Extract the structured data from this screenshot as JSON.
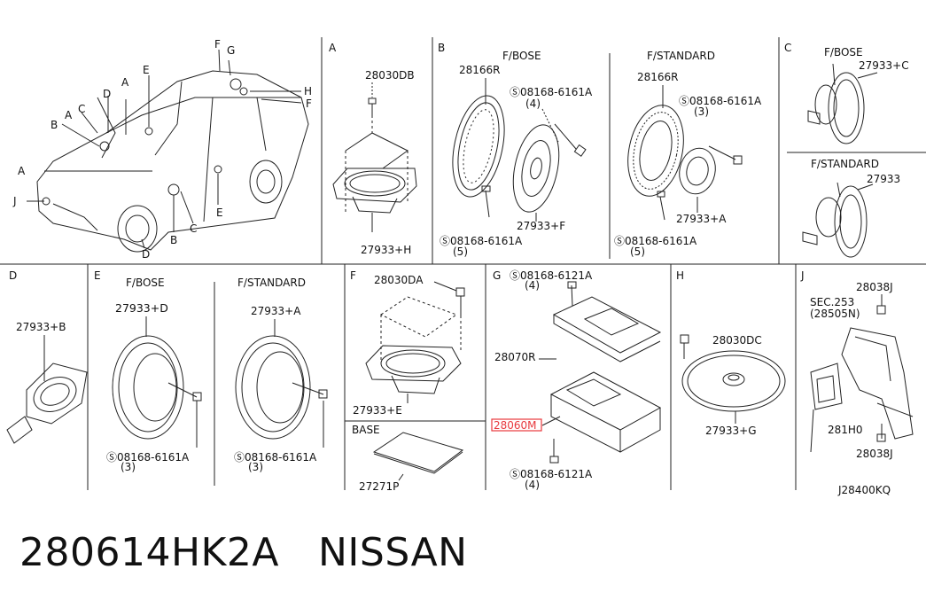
{
  "sections": {
    "A": {
      "letter": "A",
      "parts": {
        "bolt": "28030DB",
        "speaker": "27933+H"
      }
    },
    "B": {
      "letter": "B",
      "fbose": "F/BOSE",
      "fstandard": "F/STANDARD",
      "bose": {
        "ring": "28166R",
        "screw_top": "08168-6161A",
        "qty_top": "(4)",
        "speaker": "27933+F",
        "screw_bot": "08168-6161A",
        "qty_bot": "(5)"
      },
      "standard": {
        "ring": "28166R",
        "screw_top": "08168-6161A",
        "qty_top": "(3)",
        "speaker": "27933+A",
        "screw_bot": "08168-6161A",
        "qty_bot": "(5)"
      }
    },
    "C": {
      "letter": "C",
      "fbose": "F/BOSE",
      "bose_part": "27933+C",
      "fstandard": "F/STANDARD",
      "std_part": "27933"
    },
    "D": {
      "letter": "D",
      "part": "27933+B"
    },
    "E": {
      "letter": "E",
      "fbose": "F/BOSE",
      "fstandard": "F/STANDARD",
      "bose": {
        "speaker": "27933+D",
        "screw": "08168-6161A",
        "qty": "(3)"
      },
      "standard": {
        "speaker": "27933+A",
        "screw": "08168-6161A",
        "qty": "(3)"
      }
    },
    "F": {
      "letter": "F",
      "bolt": "28030DA",
      "speaker": "27933+E",
      "base_label": "BASE",
      "base_part": "27271P"
    },
    "G": {
      "letter": "G",
      "screw_top": "08168-6121A",
      "qty_top": "(4)",
      "bracket": "28070R",
      "amp": "28060M",
      "screw_bot": "08168-6121A",
      "qty_bot": "(4)"
    },
    "H": {
      "letter": "H",
      "bolt": "28030DC",
      "speaker": "27933+G"
    },
    "J": {
      "letter": "J",
      "bolt_top": "28038J",
      "sec": "SEC.253",
      "sec_ref": "(28505N)",
      "part": "281H0",
      "bolt_bot": "28038J"
    },
    "car": {
      "labels": [
        "A",
        "B",
        "C",
        "D",
        "E",
        "F",
        "G",
        "H",
        "J"
      ]
    }
  },
  "diagram_id": "J28400KQ",
  "caption": {
    "part_number": "280614HK2A",
    "brand": "NISSAN"
  },
  "colors": {
    "line": "#222222",
    "highlight": "#e8383d"
  }
}
